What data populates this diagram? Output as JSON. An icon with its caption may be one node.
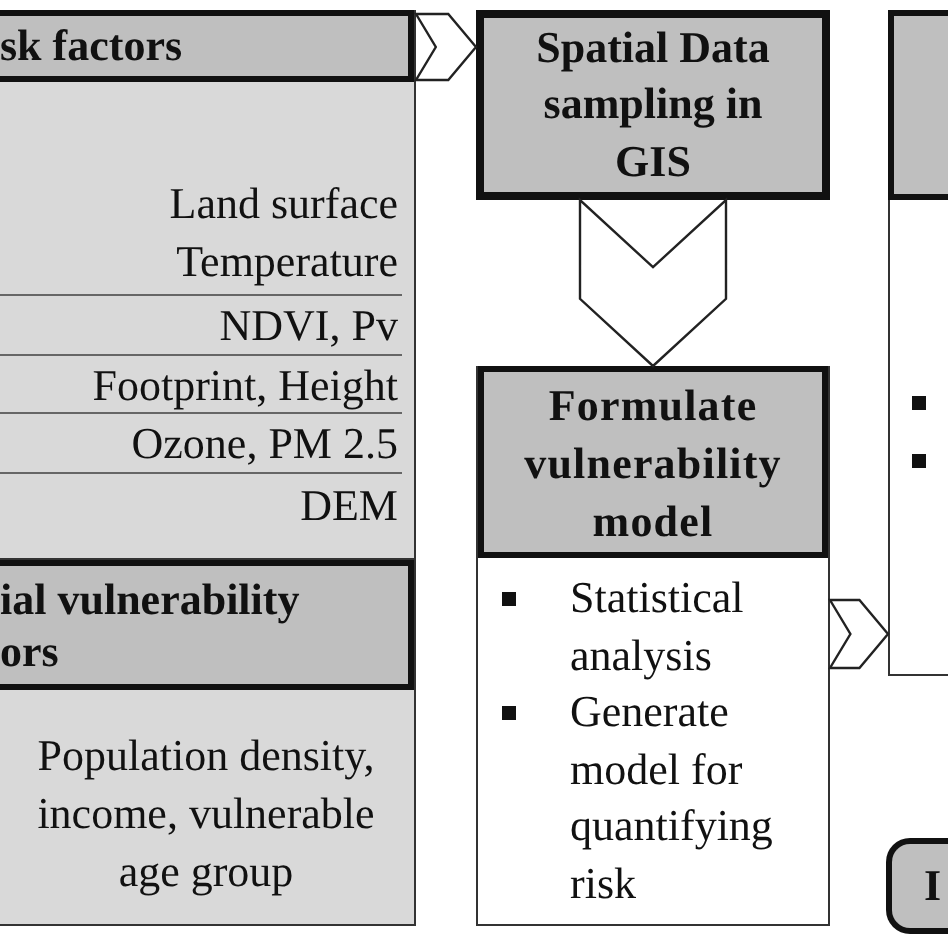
{
  "diagram": {
    "nodes": [
      {
        "text": [
          "sk factors",
          "Land surface Temperature",
          "NDVI, Pv",
          "Footprint, Height",
          "Ozone, PM 2.5",
          "DEM"
        ]
      },
      {
        "text": [
          "ial vulnerability ors",
          "Population density, income, vulnerable age group"
        ]
      },
      {
        "text": [
          "Spatial Data sampling in GIS"
        ]
      },
      {
        "text": [
          "Formulate vulnerability model",
          "Statistical analysis",
          "Generate model for quantifying risk"
        ]
      },
      {
        "text": [],
        "shape": "box"
      },
      {
        "text": [],
        "shape": "box"
      },
      {
        "text": [
          "I"
        ]
      }
    ],
    "edges": [
      {
        "from": 0,
        "to": 2,
        "arrow": "to"
      },
      {
        "from": 2,
        "to": 3,
        "arrow": "to"
      },
      {
        "from": 3,
        "to": 5,
        "arrow": "to"
      }
    ]
  }
}
